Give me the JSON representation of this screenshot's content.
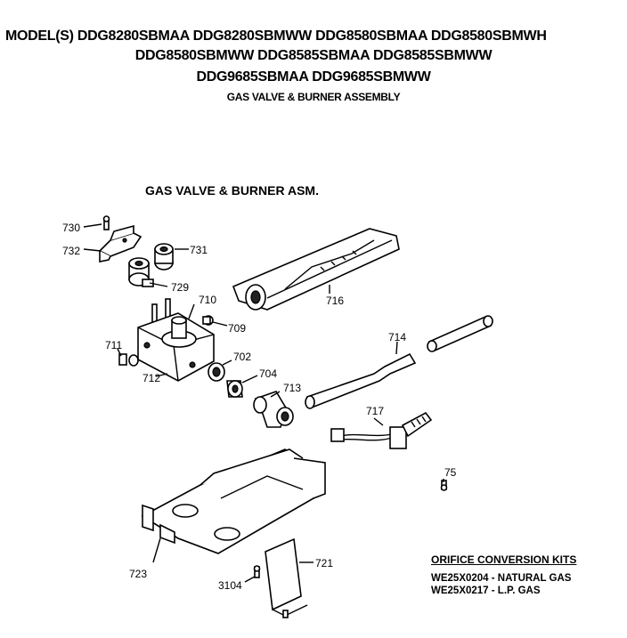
{
  "header": {
    "line1": "MODEL(S) DDG8280SBMAA  DDG8280SBMWW  DDG8580SBMAA  DDG8580SBMWH",
    "line2": "DDG8580SBMWW  DDG8585SBMAA  DDG8585SBMWW",
    "line3": "DDG9685SBMAA  DDG9685SBMWW",
    "subtitle": "GAS VALVE & BURNER ASSEMBLY"
  },
  "assembly_title": "GAS VALVE & BURNER ASM.",
  "parts": {
    "p730": "730",
    "p732": "732",
    "p731": "731",
    "p729": "729",
    "p710": "710",
    "p709": "709",
    "p716": "716",
    "p711": "711",
    "p712": "712",
    "p702": "702",
    "p704": "704",
    "p713": "713",
    "p714": "714",
    "p717": "717",
    "p75": "75",
    "p723": "723",
    "p721": "721",
    "p3104": "3104"
  },
  "orifice_kits": {
    "heading": "ORIFICE CONVERSION KITS",
    "natural": "WE25X0204 - NATURAL GAS",
    "lp": "WE25X0217 - L.P. GAS"
  }
}
